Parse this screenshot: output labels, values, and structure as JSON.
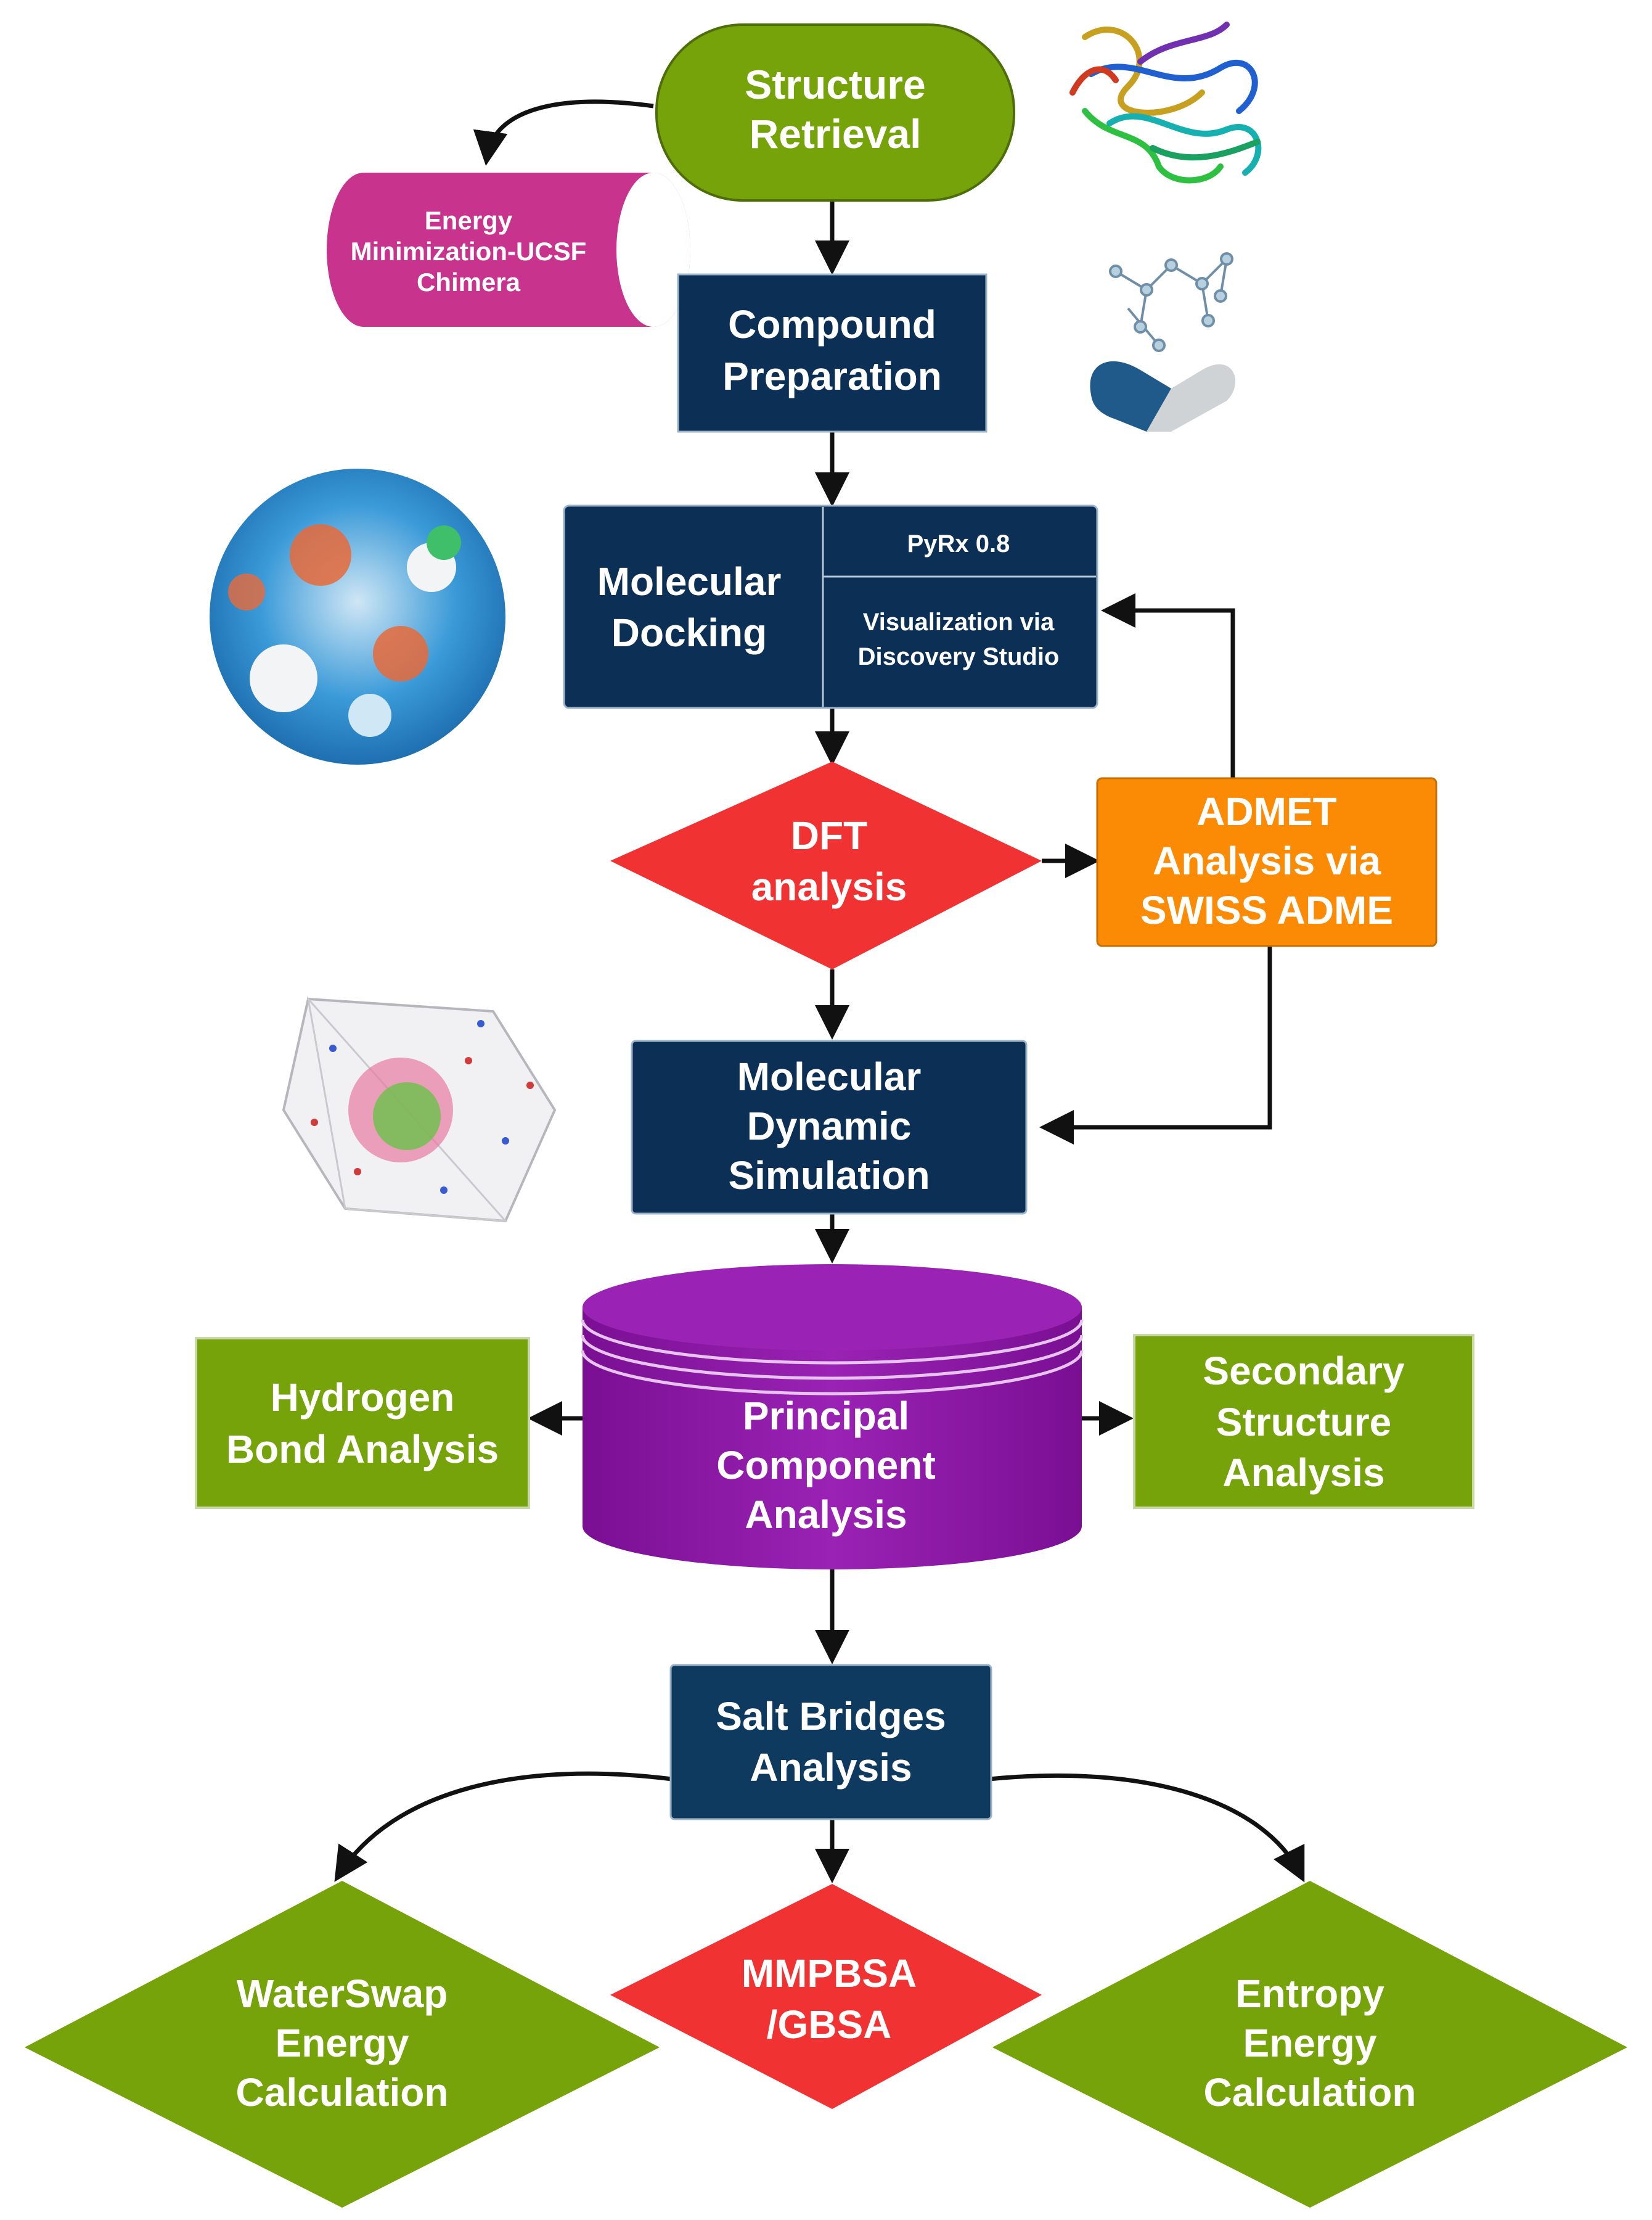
{
  "colors": {
    "olive": "#76A20A",
    "navy": "#0B2F55",
    "magenta": "#C8338E",
    "red": "#F03232",
    "orange": "#FB8B05",
    "purple": "#8A16A4",
    "teal_box": "#0E3A5F",
    "text_light": "#FFFFFF",
    "text_navy": "#14305A",
    "text_red": "#C81E1E"
  },
  "nodes": {
    "structure_retrieval": [
      "Structure",
      "Retrieval"
    ],
    "energy_minimization": [
      "Energy",
      "Minimization-UCSF",
      "Chimera"
    ],
    "compound_preparation": [
      "Compound",
      "Preparation"
    ],
    "molecular_docking": [
      "Molecular",
      "Docking"
    ],
    "pyrx": "PyRx 0.8",
    "visualization": [
      "Visualization via",
      "Discovery Studio"
    ],
    "dft": [
      "DFT",
      "analysis"
    ],
    "admet": [
      "ADMET",
      "Analysis via",
      "SWISS ADME"
    ],
    "md_simulation": [
      "Molecular",
      "Dynamic",
      "Simulation"
    ],
    "pca": [
      "Principal",
      "Component",
      "Analysis"
    ],
    "hydrogen_bond": [
      "Hydrogen",
      "Bond Analysis"
    ],
    "secondary_structure": [
      "Secondary",
      "Structure",
      "Analysis"
    ],
    "salt_bridges": [
      "Salt Bridges",
      "Analysis"
    ],
    "waterswap": [
      "WaterSwap",
      "Energy",
      "Calculation"
    ],
    "mmpbsa": [
      "MMPBSA",
      "/GBSA"
    ],
    "entropy": [
      "Entropy",
      "Energy",
      "Calculation"
    ]
  },
  "illustrations": {
    "protein_ribbon": "protein-ribbon-image",
    "drug_capsule": "capsule-molecule-image",
    "protein_surface": "protein-surface-image",
    "md_box": "solvated-box-image"
  }
}
